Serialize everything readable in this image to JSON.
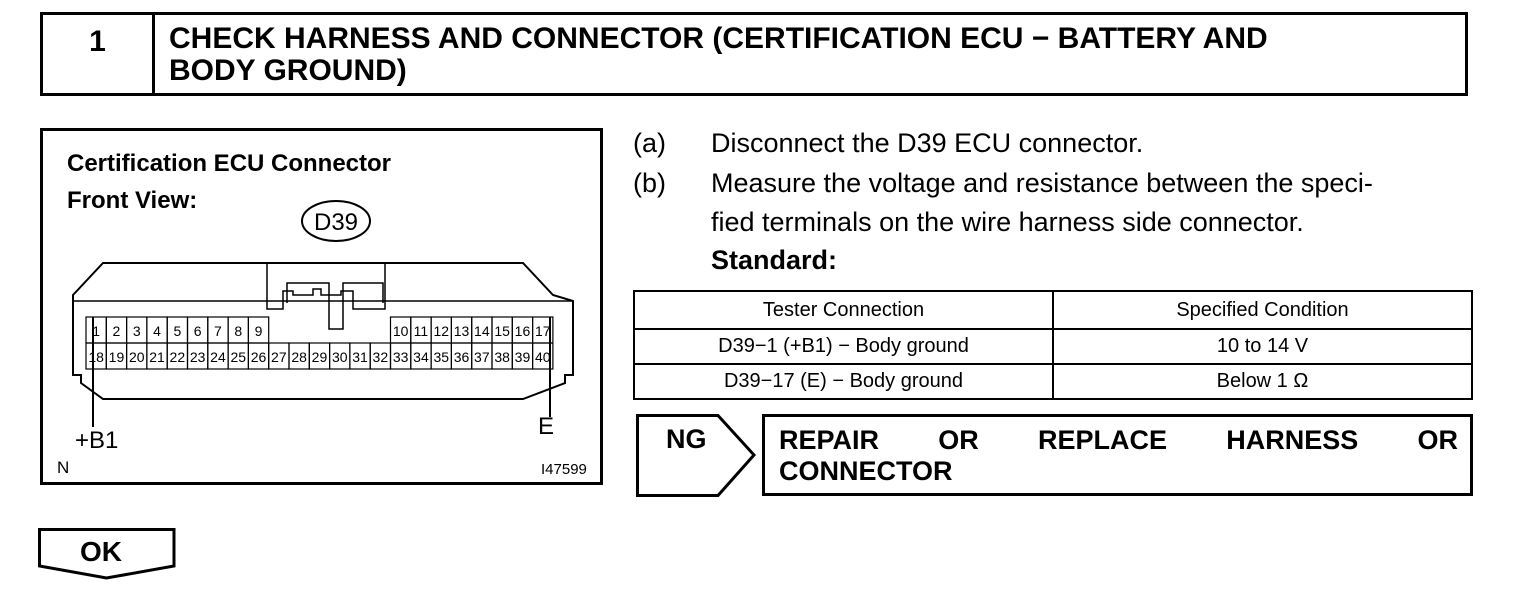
{
  "header": {
    "step_number": "1",
    "title_line1": "CHECK HARNESS AND CONNECTOR (CERTIFICATION ECU − BATTERY AND",
    "title_line2": "BODY GROUND)"
  },
  "figure": {
    "title_line1": "Certification ECU Connector",
    "title_line2": "Front View:",
    "connector_id": "D39",
    "pins_row1": [
      "1",
      "2",
      "3",
      "4",
      "5",
      "6",
      "7",
      "8",
      "9",
      "10",
      "11",
      "12",
      "13",
      "14",
      "15",
      "16",
      "17"
    ],
    "pins_row2": [
      "18",
      "19",
      "20",
      "21",
      "22",
      "23",
      "24",
      "25",
      "26",
      "27",
      "28",
      "29",
      "30",
      "31",
      "32",
      "33",
      "34",
      "35",
      "36",
      "37",
      "38",
      "39",
      "40"
    ],
    "label_left": "+B1",
    "label_right": "E",
    "corner_mark": "N",
    "figure_code": "I47599"
  },
  "steps": [
    {
      "letter": "(a)",
      "text": "Disconnect the D39 ECU connector."
    },
    {
      "letter": "(b)",
      "text_line1": "Measure the voltage and resistance between the speci-",
      "text_line2": "fied terminals on the wire harness side connector."
    }
  ],
  "standard_label": "Standard:",
  "table": {
    "headers": [
      "Tester Connection",
      "Specified Condition"
    ],
    "rows": [
      [
        "D39−1 (+B1) − Body ground",
        "10 to 14 V"
      ],
      [
        "D39−17 (E) − Body ground",
        "Below 1 Ω"
      ]
    ]
  },
  "ng": {
    "label": "NG",
    "words_line1": [
      "REPAIR",
      "OR",
      "REPLACE",
      "HARNESS",
      "OR"
    ],
    "line2": "CONNECTOR"
  },
  "ok": {
    "label": "OK"
  }
}
